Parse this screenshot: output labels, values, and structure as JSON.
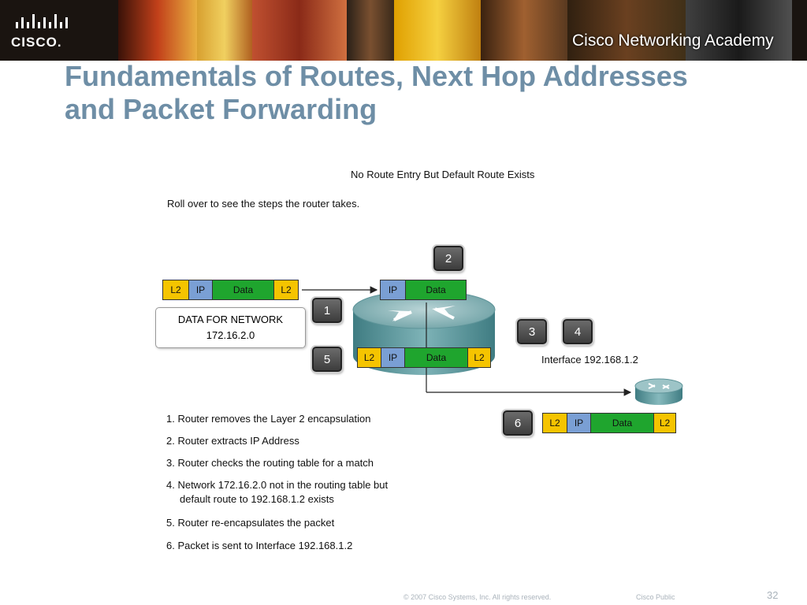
{
  "header": {
    "logo_text": "CISCO.",
    "academy_text": "Cisco Networking Academy",
    "accent": "#6e8ea6"
  },
  "slide": {
    "title_line1": "Fundamentals of Routes, Next Hop Addresses",
    "title_line2": "and Packet Forwarding"
  },
  "diagram": {
    "heading": "No Route Entry But Default Route Exists",
    "instruction": "Roll over to see the steps the router takes.",
    "network_box": {
      "line1": "DATA FOR NETWORK",
      "line2": "172.16.2.0"
    },
    "interface_label": "Interface 192.168.1.2",
    "packet_labels": {
      "l2": "L2",
      "ip": "IP",
      "data": "Data"
    },
    "colors": {
      "l2": "#f5c400",
      "ip": "#7a9fd4",
      "data": "#1fa52e",
      "router": "#4f8f94"
    },
    "step_buttons": [
      "1",
      "2",
      "3",
      "4",
      "5",
      "6"
    ],
    "steps": [
      "1. Router removes the Layer 2 encapsulation",
      "2. Router extracts IP Address",
      "3. Router checks the routing table for a match",
      "4. Network 172.16.2.0 not in the routing table but",
      "default route to 192.168.1.2 exists",
      "5. Router re-encapsulates the packet",
      "6. Packet is sent to Interface 192.168.1.2"
    ]
  },
  "footer": {
    "copyright": "© 2007 Cisco Systems, Inc. All rights reserved.",
    "classification": "Cisco Public",
    "page_number": "32"
  }
}
